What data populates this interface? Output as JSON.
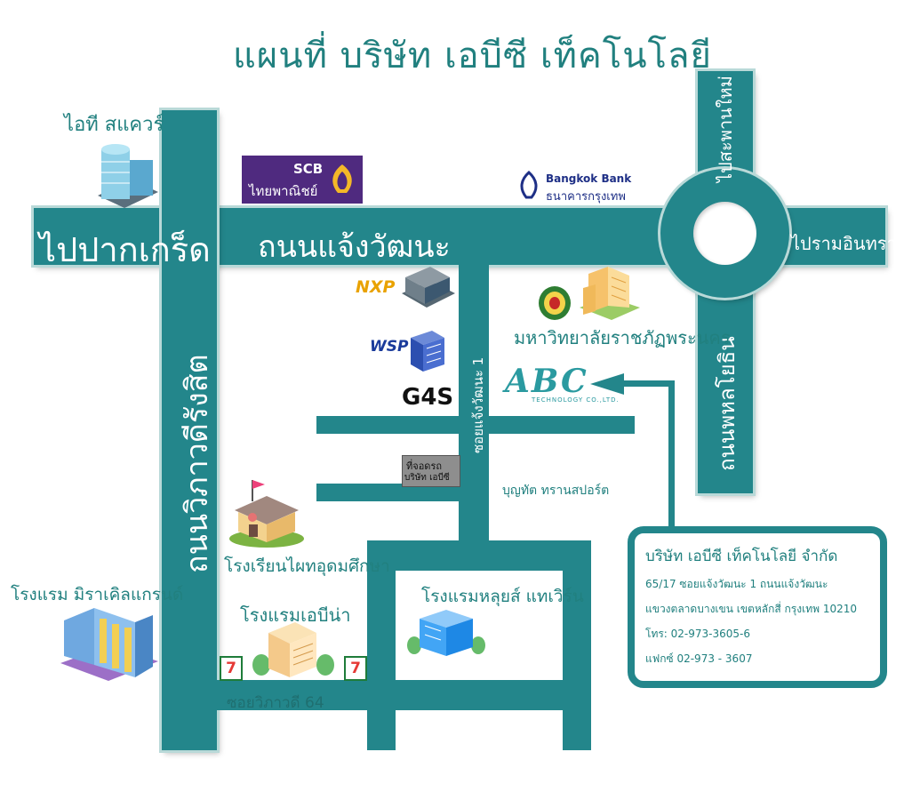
{
  "title": "แผนที่ บริษัท เอบีซี เท็คโนโลยี",
  "roads": {
    "to_pak_kret": "ไปปากเกร็ด",
    "chaeng_watthana": "ถนนแจ้งวัฒนะ",
    "vibhavadi": "ถนนวิภาวดีรังสิต",
    "soi_chaeng_watthana_1": "ซอยแจ้งวัฒนะ 1",
    "phahonyothin": "ถนนพหลโยธิน",
    "to_saphan_mai": "ไปสะพานใหม่",
    "to_ram_intra": "ไปรามอินทรา",
    "soi_vibhavadi_64": "ซอยวิภาวดี 64"
  },
  "landmarks": {
    "it_square": "ไอที สแควร์",
    "scb_name": "SCB",
    "scb_thai": "ไทยพาณิชย์",
    "bbl_name": "Bangkok Bank",
    "bbl_thai": "ธนาคารกรุงเทพ",
    "nxp": "NXP",
    "wsp": "WSP",
    "g4s": "G4S",
    "university": "มหาวิทยาลัยราชภัฏพระนคร",
    "abc_logo": "ABC",
    "abc_sub": "TECHNOLOGY CO.,LTD.",
    "parking_line1": "ที่จอดรถ",
    "parking_line2": "บริษัท เอบีซี",
    "boonyathat": "บุญทัต ทรานสปอร์ต",
    "school": "โรงเรียนไผทอุดมศึกษา",
    "miracle_hotel": "โรงแรม มิราเคิลแกรนด์",
    "ebina_hotel": "โรงแรมเอบีน่า",
    "louis_hotel": "โรงแรมหลุยส์ แทเวิร์น",
    "seven_eleven": "7"
  },
  "info_box": {
    "company": "บริษัท เอบีซี เท็คโนโลยี จำกัด",
    "address1": "65/17 ซอยแจ้งวัฒนะ 1 ถนนแจ้งวัฒนะ",
    "address2": "แขวงตลาดบางเขน เขตหลักสี่ กรุงเทพ 10210",
    "tel": "โทร: 02-973-3605-6",
    "fax": "แฟกซ์ 02-973 - 3607"
  },
  "colors": {
    "road": "#23868b",
    "text": "#21807f",
    "scb": "#4f2a7f",
    "bbl": "#1e2f86"
  }
}
